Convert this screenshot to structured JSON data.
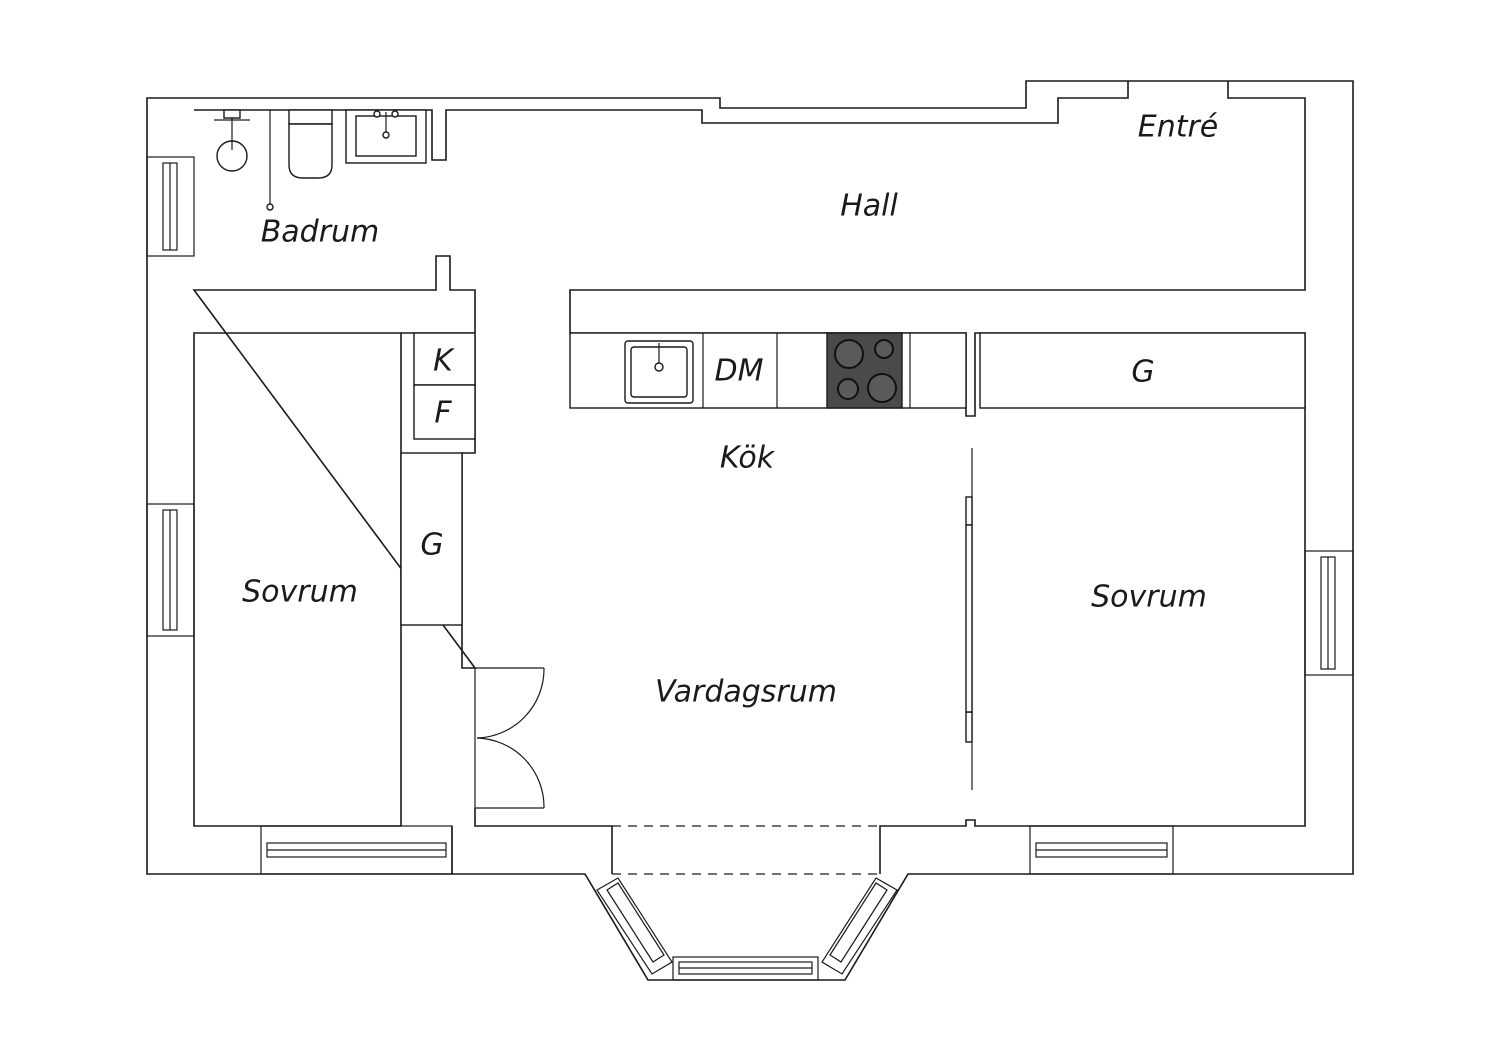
{
  "rooms": {
    "entre": "Entré",
    "hall": "Hall",
    "badrum": "Badrum",
    "kok": "Kök",
    "sovrum_left": "Sovrum",
    "sovrum_right": "Sovrum",
    "vardagsrum": "Vardagsrum"
  },
  "fixtures": {
    "fridge": "K",
    "freezer": "F",
    "dishwasher": "DM",
    "wardrobe_left": "G",
    "wardrobe_right": "G"
  },
  "icons": [
    "shower-icon",
    "toilet-icon",
    "bathroom-sink-icon",
    "kitchen-sink-icon",
    "stove-icon",
    "door-icon",
    "window-icon"
  ],
  "colors": {
    "line": "#1a1a1a",
    "stove": "#4a4a4a",
    "background": "#ffffff"
  }
}
